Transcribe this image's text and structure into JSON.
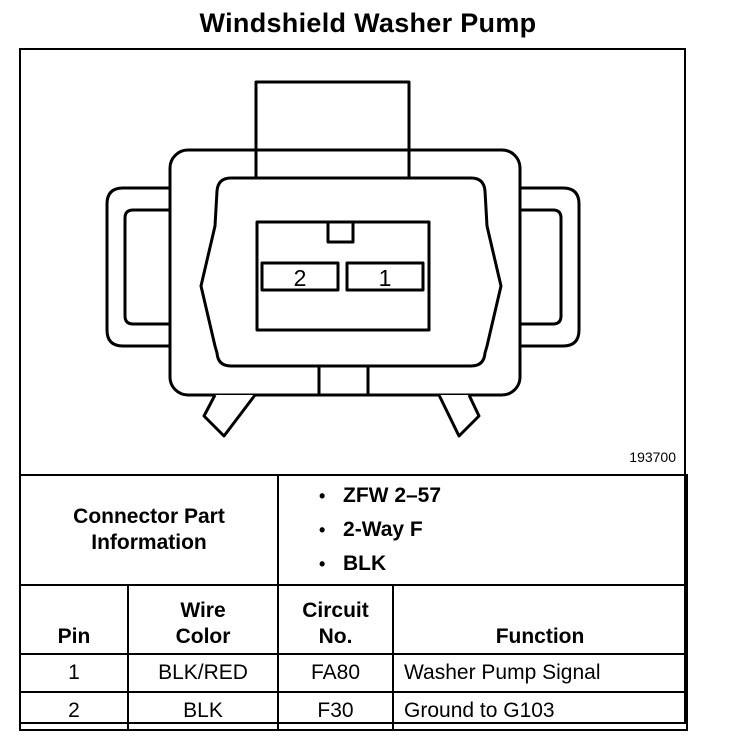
{
  "title": "Windshield Washer Pump",
  "diagram": {
    "pin_labels": [
      "2",
      "1"
    ],
    "reference_number": "193700"
  },
  "connector_info": {
    "label": "Connector Part Information",
    "items": [
      "ZFW 2–57",
      "2-Way F",
      "BLK"
    ]
  },
  "table": {
    "headers": {
      "pin": "Pin",
      "wire_color": "Wire Color",
      "circuit_no": "Circuit No.",
      "function": "Function"
    },
    "rows": [
      {
        "pin": "1",
        "wire_color": "BLK/RED",
        "circuit": "FA80",
        "function": "Washer Pump Signal"
      },
      {
        "pin": "2",
        "wire_color": "BLK",
        "circuit": "F30",
        "function": "Ground to G103"
      }
    ]
  }
}
